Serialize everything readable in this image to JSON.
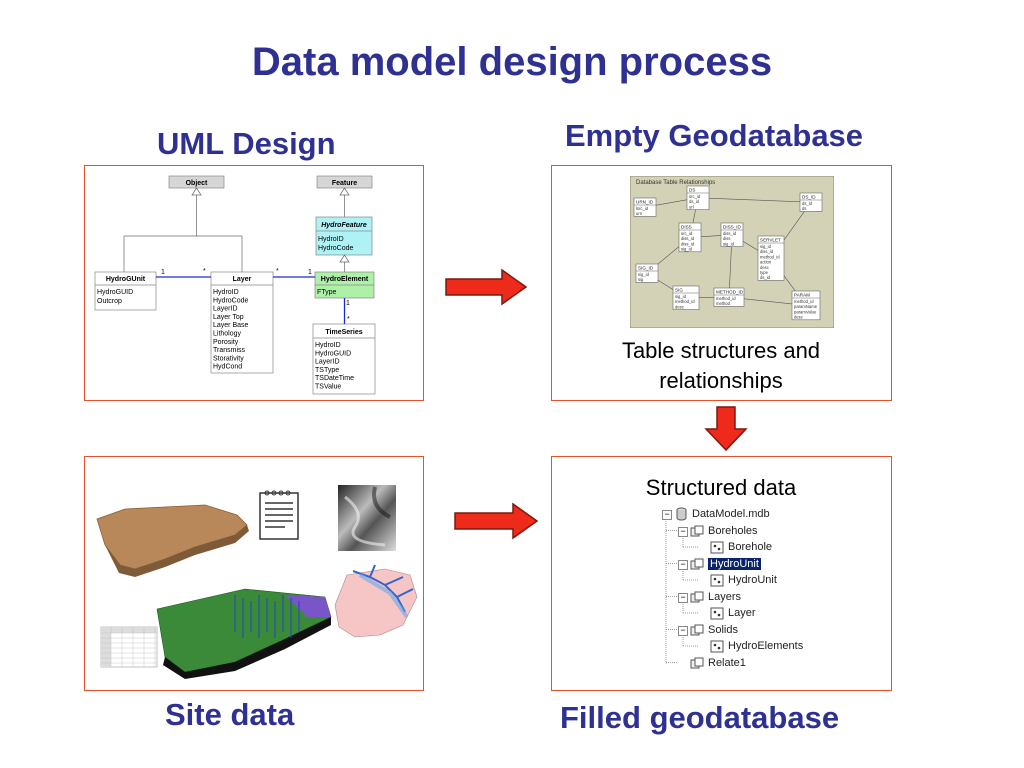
{
  "title": "Data model design process",
  "uml_heading": "UML Design",
  "empty_heading": "Empty Geodatabase",
  "site_heading": "Site data",
  "filled_heading": "Filled geodatabase",
  "table_caption_line1": "Table structures and",
  "table_caption_line2": "relationships",
  "structured_caption": "Structured data",
  "uml": {
    "object": "Object",
    "feature": "Feature",
    "hydrofeature": {
      "name": "HydroFeature",
      "attrs": [
        "HydroID",
        "HydroCode"
      ]
    },
    "hydrogunit": {
      "name": "HydroGUnit",
      "attrs": [
        "HydroGUID",
        "Outcrop"
      ]
    },
    "layer": {
      "name": "Layer",
      "attrs": [
        "HydroID",
        "HydroCode",
        "LayerID",
        "Layer Top",
        "Layer Base",
        "Lithology",
        "Porosity",
        "Transmiss",
        "Storativity",
        "HydCond"
      ]
    },
    "hydroelement": {
      "name": "HydroElement",
      "attrs": [
        "FType"
      ]
    },
    "timeseries": {
      "name": "TimeSeries",
      "attrs": [
        "HydroID",
        "HydroGUID",
        "LayerID",
        "TSType",
        "TSDateTime",
        "TSValue"
      ]
    },
    "mult_one": "1",
    "mult_many": "*"
  },
  "db_diagram": {
    "title": "Database Table Relationships",
    "tables": [
      {
        "name": "DS",
        "fields": [
          "src_id",
          "ds_id",
          "url"
        ]
      },
      {
        "name": "DS_ID",
        "fields": [
          "ds_id",
          "ds"
        ]
      },
      {
        "name": "URN_ID",
        "fields": [
          "lsrc_id",
          "urn"
        ]
      },
      {
        "name": "DISS",
        "fields": [
          "src_id",
          "diss_id",
          "diss_id",
          "sig_id"
        ]
      },
      {
        "name": "DISS_ID",
        "fields": [
          "diss_id",
          "diss",
          "sig_id"
        ]
      },
      {
        "name": "SERVLET",
        "fields": [
          "sig_id",
          "diss_id",
          "method_id",
          "action",
          "desc",
          "type",
          "ds_id"
        ]
      },
      {
        "name": "SIG_ID",
        "fields": [
          "sig_id",
          "sig"
        ]
      },
      {
        "name": "SIG",
        "fields": [
          "sig_id",
          "method_id",
          "desc"
        ]
      },
      {
        "name": "METHOD_ID",
        "fields": [
          "method_id",
          "method"
        ]
      },
      {
        "name": "PARAM",
        "fields": [
          "method_id",
          "paramName",
          "paramValue",
          "desc"
        ]
      }
    ]
  },
  "tree": {
    "root": "DataModel.mdb",
    "items": [
      {
        "label": "Boreholes",
        "level": 1
      },
      {
        "label": "Borehole",
        "level": 2
      },
      {
        "label": "HydroUnit",
        "level": 1,
        "selected": true
      },
      {
        "label": "HydroUnit",
        "level": 2
      },
      {
        "label": "Layers",
        "level": 1
      },
      {
        "label": "Layer",
        "level": 2
      },
      {
        "label": "Solids",
        "level": 1
      },
      {
        "label": "HydroElements",
        "level": 2
      },
      {
        "label": "Relate1",
        "level": 1
      }
    ]
  },
  "colors": {
    "heading": "#2e3192",
    "panel_border": "#e8512a",
    "arrow_fill": "#ee2b1a",
    "arrow_stroke": "#7a1a10",
    "db_bg": "#d4d2b6"
  }
}
